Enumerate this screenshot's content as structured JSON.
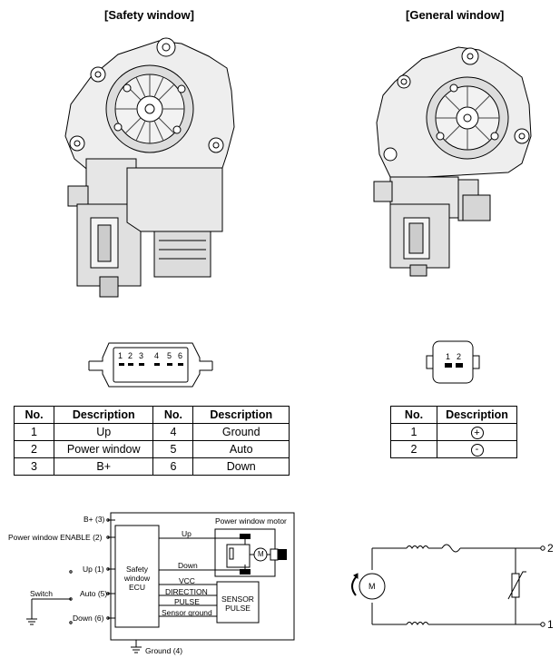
{
  "headings": {
    "safety": "[Safety window]",
    "general": "[General window]"
  },
  "safety_connector": {
    "pins": [
      "1",
      "2",
      "3",
      "4",
      "5",
      "6"
    ]
  },
  "general_connector": {
    "pins": [
      "1",
      "2"
    ]
  },
  "safety_table": {
    "headers": [
      "No.",
      "Description",
      "No.",
      "Description"
    ],
    "rows": [
      [
        "1",
        "Up",
        "4",
        "Ground"
      ],
      [
        "2",
        "Power window",
        "5",
        "Auto"
      ],
      [
        "3",
        "B+",
        "6",
        "Down"
      ]
    ]
  },
  "general_table": {
    "headers": [
      "No.",
      "Description"
    ],
    "rows": [
      [
        "1",
        "+"
      ],
      [
        "2",
        "-"
      ]
    ]
  },
  "safety_circuit": {
    "b_plus": "B+ (3)",
    "enable": "Power window ENABLE (2)",
    "up_pin": "Up (1)",
    "switch": "Switch",
    "auto_pin": "Auto (5)",
    "down_pin": "Down (6)",
    "ground_pin": "Ground (4)",
    "ecu": [
      "Safety",
      "window",
      "ECU"
    ],
    "motor_title": "Power window motor",
    "motor": "M",
    "up_line": "Up",
    "down_line": "Down",
    "vcc": "VCC",
    "direction": "DIRECTION",
    "pulse": "PULSE",
    "sensor_ground": "Sensor ground",
    "sensor": [
      "SENSOR",
      "PULSE"
    ]
  },
  "general_circuit": {
    "motor": "M",
    "pin2": "2",
    "pin1": "1"
  }
}
